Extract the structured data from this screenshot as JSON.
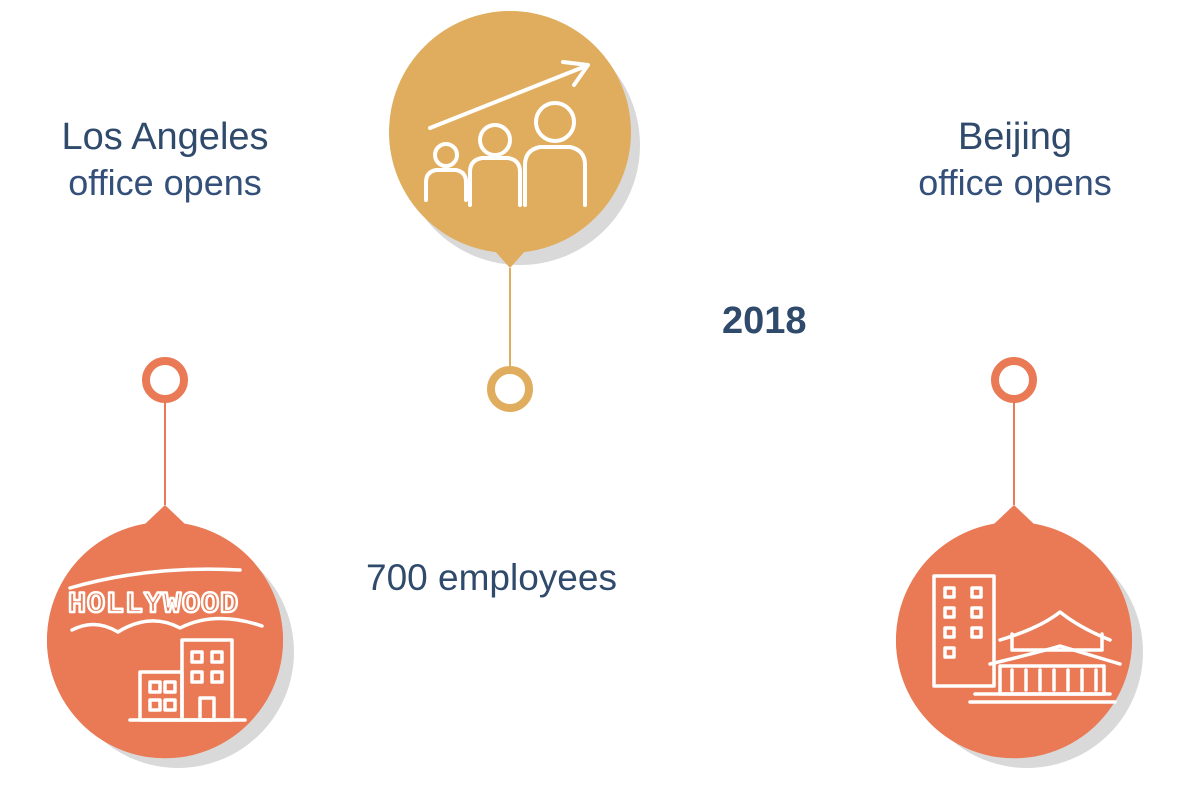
{
  "colors": {
    "gold": "#e0ad5e",
    "orange": "#e97a55",
    "shadow": "#d9d9d9",
    "text": "#2f4a6b"
  },
  "milestones": [
    {
      "id": "la",
      "title": "Los Angeles",
      "subtitle": "office opens",
      "icon": "hollywood-sign-icon"
    },
    {
      "id": "growth",
      "value": "700",
      "label": "employees",
      "icon": "growing-team-icon"
    },
    {
      "id": "beijing",
      "title": "Beijing",
      "subtitle": "office opens",
      "icon": "beijing-palace-icon"
    }
  ],
  "year": "2018"
}
